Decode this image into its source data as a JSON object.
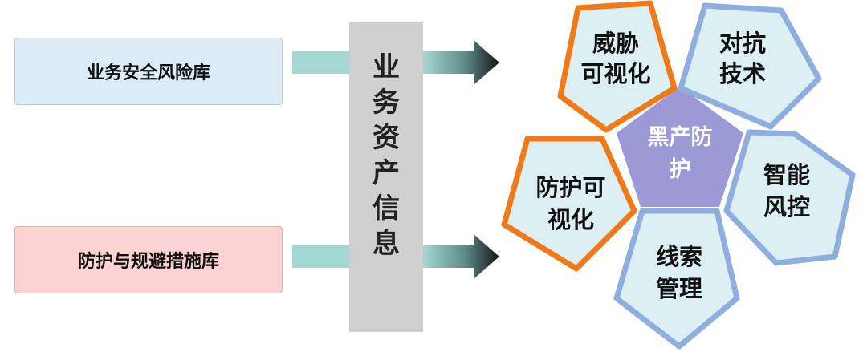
{
  "left": {
    "risk_library": "业务安全风险库",
    "protect_library": "防护与规避措施库"
  },
  "center": {
    "chars": [
      "业",
      "务",
      "资",
      "产",
      "信",
      "息"
    ]
  },
  "hub": {
    "line1": "黑产防",
    "line2": "护"
  },
  "petals": {
    "threat": {
      "line1": "威胁",
      "line2": "可视化"
    },
    "counter": {
      "line1": "对抗",
      "line2": "技术"
    },
    "risk_ctrl": {
      "line1": "智能",
      "line2": "风控"
    },
    "clue": {
      "line1": "线索",
      "line2": "管理"
    },
    "protect_vis": {
      "line1": "防护可",
      "line2": "视化"
    }
  },
  "colors": {
    "orange": "#f07a18",
    "blue": "#8eaede",
    "petal_fill": "#dceff2",
    "hub_fill": "#9a9bd6",
    "arrow_light": "#a6d8d3",
    "arrow_dark": "#1a1a1a"
  }
}
